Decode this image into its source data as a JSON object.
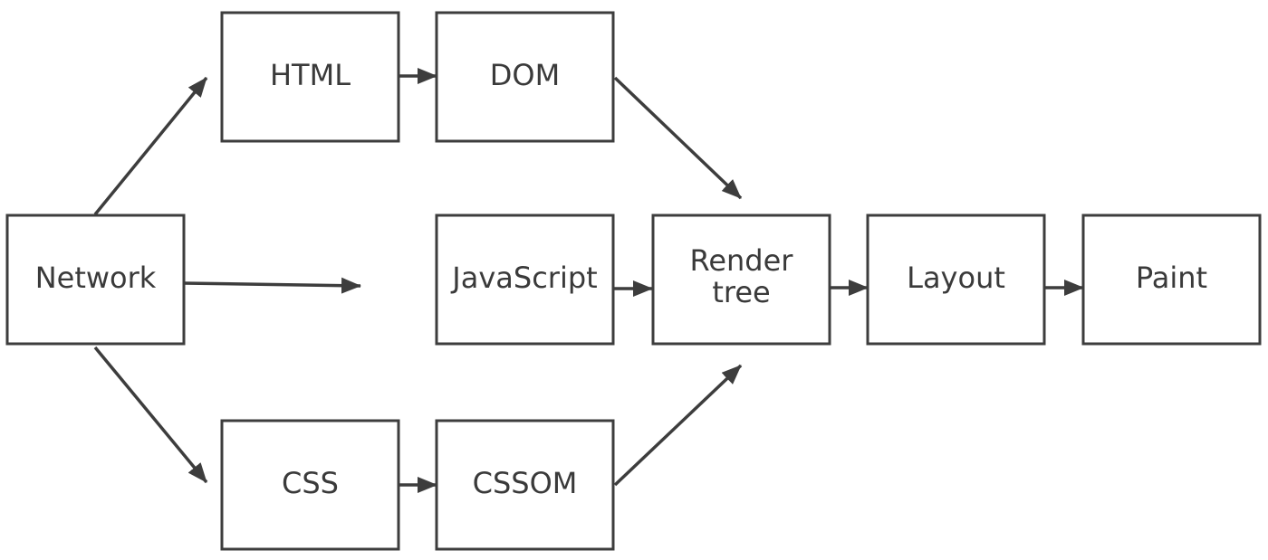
{
  "nodes": {
    "network": {
      "label": "Network"
    },
    "html": {
      "label": "HTML"
    },
    "dom": {
      "label": "DOM"
    },
    "javascript": {
      "label": "JavaScript"
    },
    "render_tree": {
      "label_line1": "Render",
      "label_line2": "tree"
    },
    "layout": {
      "label": "Layout"
    },
    "paint": {
      "label": "Paint"
    },
    "css": {
      "label": "CSS"
    },
    "cssom": {
      "label": "CSSOM"
    }
  },
  "edges": [
    {
      "from": "network",
      "to": "html"
    },
    {
      "from": "network",
      "to": "javascript"
    },
    {
      "from": "network",
      "to": "css"
    },
    {
      "from": "html",
      "to": "dom"
    },
    {
      "from": "css",
      "to": "cssom"
    },
    {
      "from": "dom",
      "to": "render_tree"
    },
    {
      "from": "cssom",
      "to": "render_tree"
    },
    {
      "from": "javascript",
      "to": "render_tree"
    },
    {
      "from": "render_tree",
      "to": "layout"
    },
    {
      "from": "layout",
      "to": "paint"
    }
  ],
  "colors": {
    "stroke": "#3d3d3d",
    "text": "#3a3a3a",
    "background": "#ffffff"
  }
}
